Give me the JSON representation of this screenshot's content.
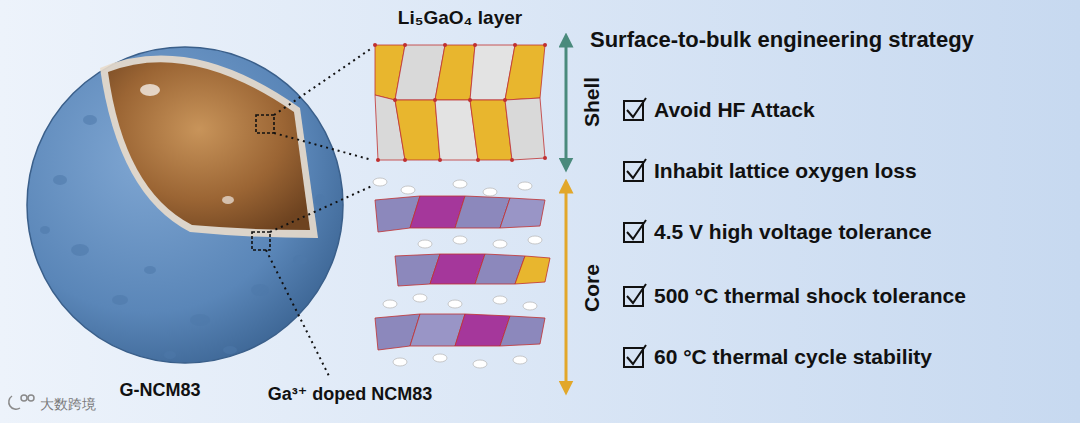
{
  "diagram": {
    "title": "Surface-to-bulk engineering strategy",
    "labels": [
      "Li₅GaO₄ layer",
      "Shell",
      "Core",
      "Avoid HF Attack",
      "Inhabit lattice oxygen loss",
      "4.5 V high voltage tolerance",
      "500 °C thermal shock tolerance",
      "60 °C thermal cycle stability",
      "G-NCM83",
      "Ga³⁺ doped NCM83",
      "大数跨境"
    ]
  }
}
